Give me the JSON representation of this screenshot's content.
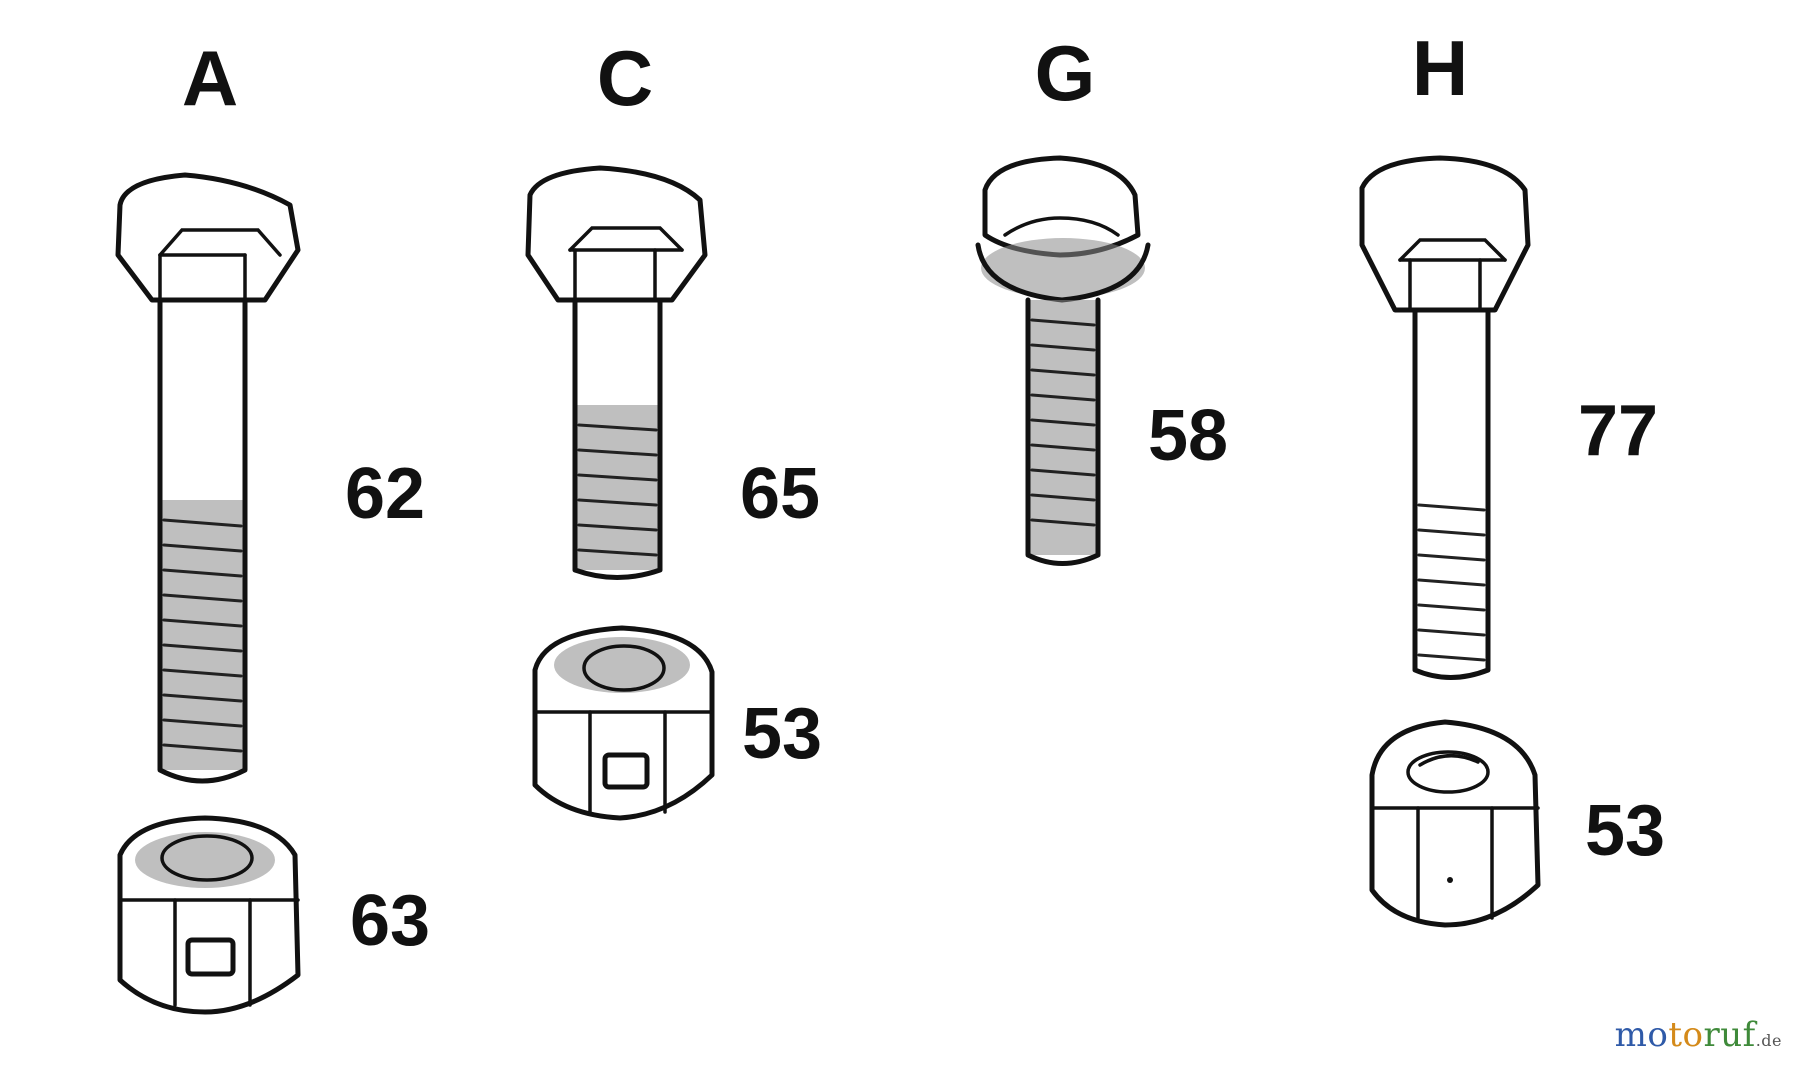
{
  "groups": [
    {
      "letter": "A",
      "bolt_number": "62",
      "nut_number": "63"
    },
    {
      "letter": "C",
      "bolt_number": "65",
      "nut_number": "53"
    },
    {
      "letter": "G",
      "bolt_number": "58"
    },
    {
      "letter": "H",
      "bolt_number": "77",
      "nut_number": "53"
    }
  ],
  "watermark": {
    "text": "motoruf.de",
    "brand_colors": {
      "mo": "#2f5aa8",
      "to": "#d48a1a",
      "ruf": "#3f8a3a"
    }
  },
  "colors": {
    "ink": "#111111",
    "background": "#ffffff"
  }
}
